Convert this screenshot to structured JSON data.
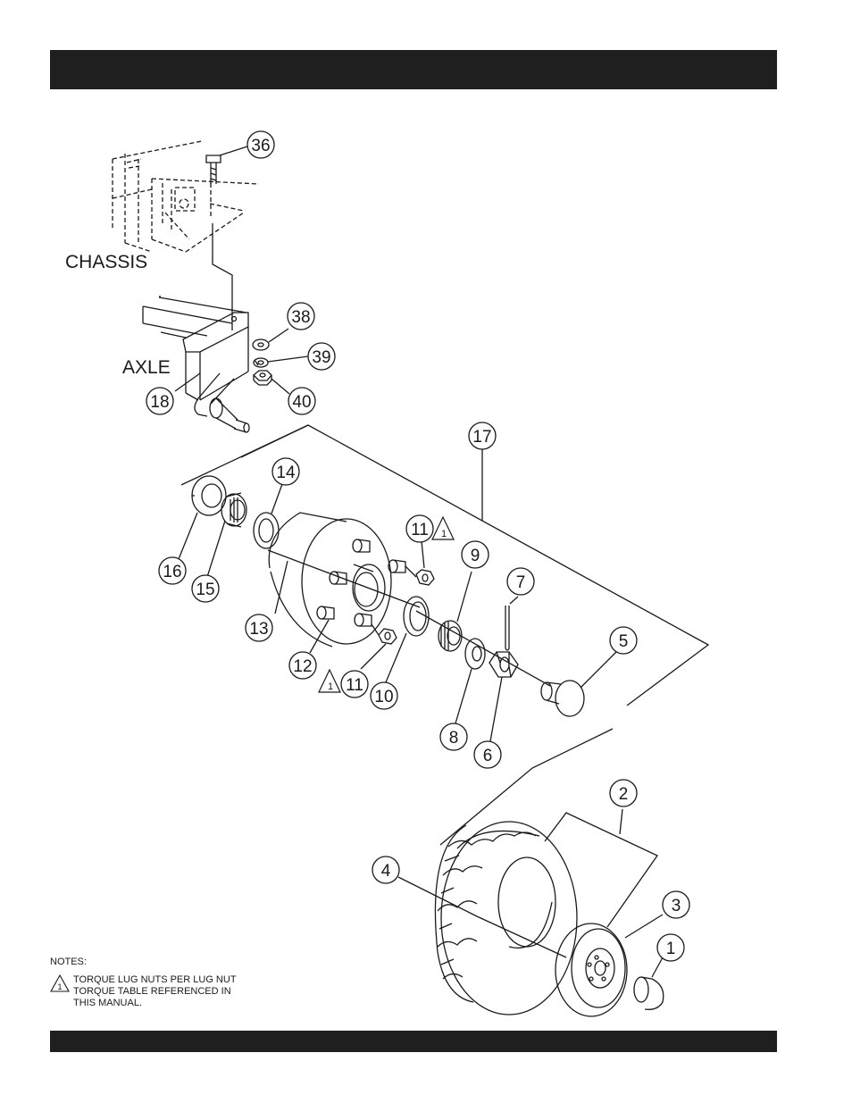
{
  "labels": {
    "chassis": "CHASSIS",
    "axle": "AXLE"
  },
  "callouts": [
    "36",
    "38",
    "39",
    "40",
    "18",
    "17",
    "14",
    "16",
    "15",
    "13",
    "11",
    "9",
    "7",
    "12",
    "11",
    "10",
    "5",
    "8",
    "6",
    "2",
    "4",
    "3",
    "1"
  ],
  "notes": {
    "heading": "NOTES:",
    "marker": "1",
    "lines": [
      "TORQUE LUG NUTS PER LUG NUT",
      "TORQUE TABLE REFERENCED IN",
      "THIS MANUAL."
    ]
  },
  "colors": {
    "bar": "#1f1f1f",
    "ink": "#1a1a1a",
    "background": "#ffffff"
  }
}
